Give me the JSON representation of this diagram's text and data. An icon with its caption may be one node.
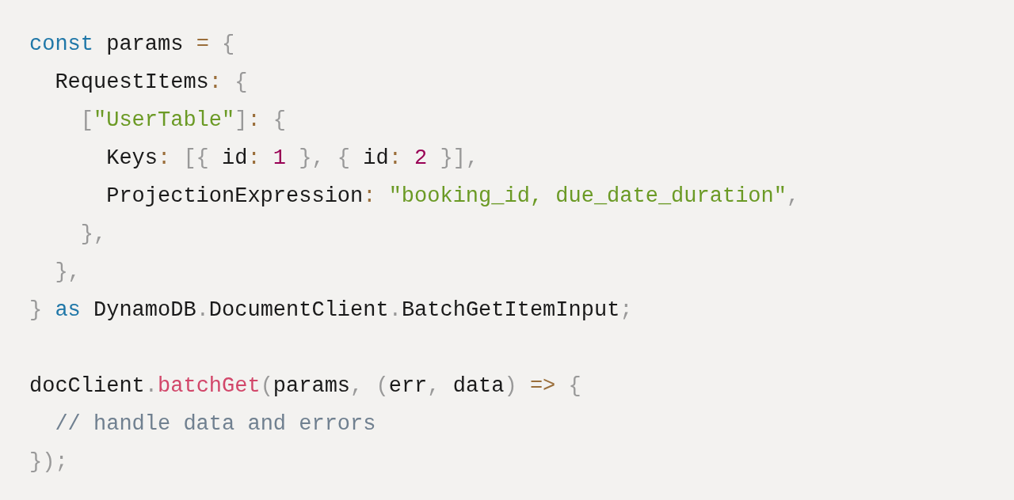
{
  "diagram": {
    "labels": [
      "const params = {",
      "RequestItems: {",
      "[\"UserTable\"]: {",
      "Keys: [{ id: 1 }, { id: 2 }],",
      "ProjectionExpression: \"booking_id, due_date_duration\",",
      "},",
      "},",
      "} as DynamoDB.DocumentClient.BatchGetItemInput;",
      "docClient.batchGet(params, (err, data) => {",
      "// handle data and errors",
      "});"
    ]
  }
}
